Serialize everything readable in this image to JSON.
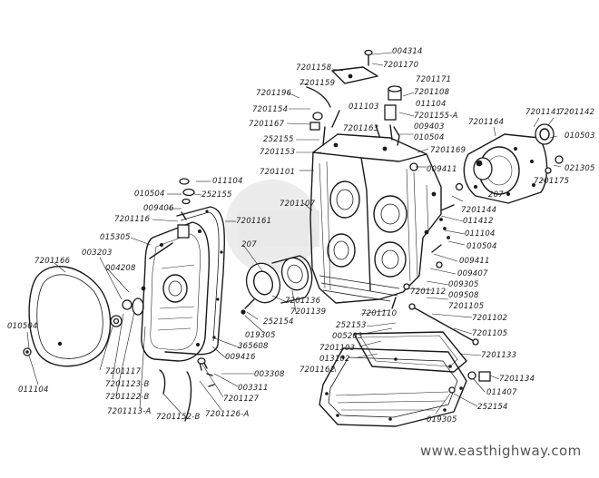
{
  "watermark": "www.easthighway.com",
  "part_labels": [
    {
      "id": "004314",
      "text": "004314"
    },
    {
      "id": "7201158",
      "text": "7201158"
    },
    {
      "id": "7201170",
      "text": "7201170"
    },
    {
      "id": "7201171",
      "text": "7201171"
    },
    {
      "id": "7201159",
      "text": "7201159"
    },
    {
      "id": "7201196",
      "text": "7201196"
    },
    {
      "id": "7201108",
      "text": "7201108"
    },
    {
      "id": "011104a",
      "text": "011104"
    },
    {
      "id": "7201154",
      "text": "7201154"
    },
    {
      "id": "011103",
      "text": "011103"
    },
    {
      "id": "7201155A",
      "text": "7201155-A"
    },
    {
      "id": "7201141",
      "text": "7201141"
    },
    {
      "id": "7201142",
      "text": "7201142"
    },
    {
      "id": "7201164",
      "text": "7201164"
    },
    {
      "id": "7201167",
      "text": "7201167"
    },
    {
      "id": "009403",
      "text": "009403"
    },
    {
      "id": "010504a",
      "text": "010504"
    },
    {
      "id": "010503",
      "text": "010503"
    },
    {
      "id": "252155a",
      "text": "252155"
    },
    {
      "id": "7201163",
      "text": "7201163"
    },
    {
      "id": "7201153",
      "text": "7201153"
    },
    {
      "id": "7201169",
      "text": "7201169"
    },
    {
      "id": "021305",
      "text": "021305"
    },
    {
      "id": "009411a",
      "text": "009411"
    },
    {
      "id": "7201101",
      "text": "7201101"
    },
    {
      "id": "7201175",
      "text": "7201175"
    },
    {
      "id": "011104b",
      "text": "011104"
    },
    {
      "id": "010504b",
      "text": "010504"
    },
    {
      "id": "252155b",
      "text": "252155"
    },
    {
      "id": "207a",
      "text": "207"
    },
    {
      "id": "009406",
      "text": "009406"
    },
    {
      "id": "7201107",
      "text": "7201107"
    },
    {
      "id": "7201144",
      "text": "7201144"
    },
    {
      "id": "7201116",
      "text": "7201116"
    },
    {
      "id": "7201161",
      "text": "7201161"
    },
    {
      "id": "011412",
      "text": "011412"
    },
    {
      "id": "015305",
      "text": "015305"
    },
    {
      "id": "011104c",
      "text": "011104"
    },
    {
      "id": "7201166",
      "text": "7201166"
    },
    {
      "id": "003203",
      "text": "003203"
    },
    {
      "id": "207b",
      "text": "207"
    },
    {
      "id": "010504c",
      "text": "010504"
    },
    {
      "id": "004208",
      "text": "004208"
    },
    {
      "id": "009411b",
      "text": "009411"
    },
    {
      "id": "009407",
      "text": "009407"
    },
    {
      "id": "009305",
      "text": "009305"
    },
    {
      "id": "7201112",
      "text": "7201112"
    },
    {
      "id": "009508",
      "text": "009508"
    },
    {
      "id": "7201136",
      "text": "7201136"
    },
    {
      "id": "7201139",
      "text": "7201139"
    },
    {
      "id": "7201105a",
      "text": "7201105"
    },
    {
      "id": "7201110",
      "text": "7201110"
    },
    {
      "id": "010504d",
      "text": "010504"
    },
    {
      "id": "252154a",
      "text": "252154"
    },
    {
      "id": "019305a",
      "text": "019305"
    },
    {
      "id": "252153",
      "text": "252153"
    },
    {
      "id": "365608",
      "text": "365608"
    },
    {
      "id": "7201102",
      "text": "7201102"
    },
    {
      "id": "005203",
      "text": "005203"
    },
    {
      "id": "7201105b",
      "text": "7201105"
    },
    {
      "id": "009416",
      "text": "009416"
    },
    {
      "id": "7201103",
      "text": "7201103"
    },
    {
      "id": "7201133",
      "text": "7201133"
    },
    {
      "id": "013102",
      "text": "013102"
    },
    {
      "id": "003308",
      "text": "003308"
    },
    {
      "id": "011104d",
      "text": "011104"
    },
    {
      "id": "7201117",
      "text": "7201117"
    },
    {
      "id": "7201162",
      "text": "7201162"
    },
    {
      "id": "7201134",
      "text": "7201134"
    },
    {
      "id": "7201123B",
      "text": "7201123-B"
    },
    {
      "id": "003311",
      "text": "003311"
    },
    {
      "id": "011407",
      "text": "011407"
    },
    {
      "id": "7201122B",
      "text": "7201122-B"
    },
    {
      "id": "7201127",
      "text": "7201127"
    },
    {
      "id": "252154b",
      "text": "252154"
    },
    {
      "id": "7201113A",
      "text": "7201113-A"
    },
    {
      "id": "7201152B",
      "text": "7201152-B"
    },
    {
      "id": "7201126A",
      "text": "7201126-A"
    },
    {
      "id": "019305b",
      "text": "019305"
    }
  ]
}
